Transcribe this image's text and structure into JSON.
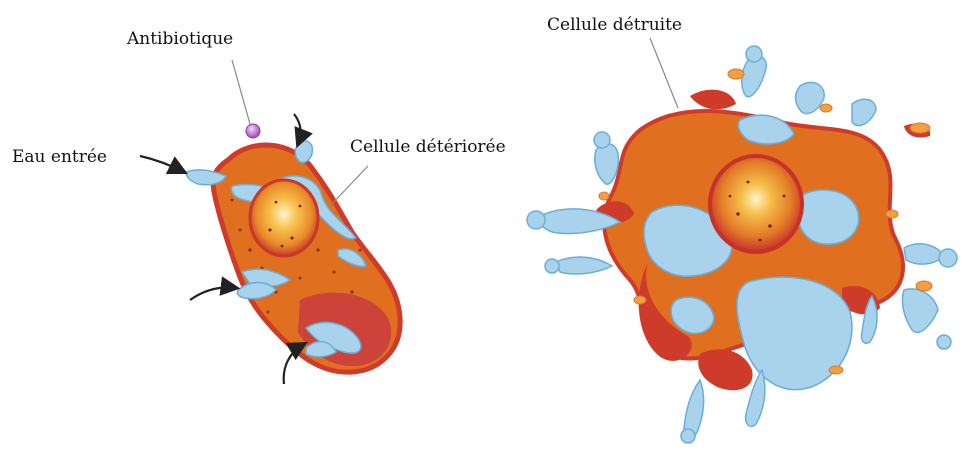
{
  "labels": {
    "antibiotic": "Antibiotique",
    "water_entry": "Eau entrée",
    "damaged_cell": "Cellule détériorée",
    "destroyed_cell": "Cellule détruite"
  },
  "colors": {
    "cytoplasm": "#e0701f",
    "membrane_red": "#cf3b2a",
    "water": "#a9d3ec",
    "water_edge": "#6aaed6",
    "nucleus_outer": "#d9473a",
    "nucleus_inner": "#f2a93b",
    "nucleus_core": "#fbe4a6",
    "antibiotic_particle": "#c77ad6",
    "arrow": "#222222"
  }
}
